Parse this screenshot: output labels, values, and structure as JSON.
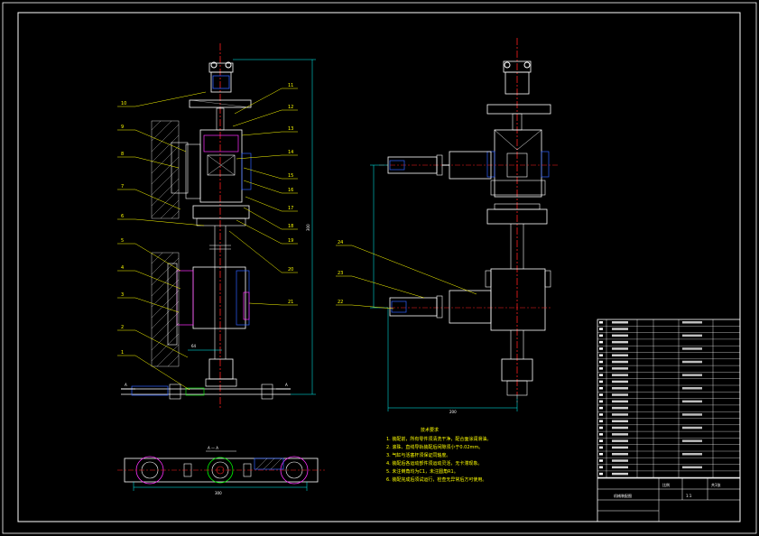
{
  "left_callouts": [
    "10",
    "9",
    "8",
    "7",
    "6",
    "5",
    "4",
    "3",
    "2",
    "1"
  ],
  "right_callouts": [
    "11",
    "12",
    "13",
    "14",
    "15",
    "16",
    "17",
    "18",
    "19",
    "20",
    "21"
  ],
  "mid_callouts": [
    "24",
    "23",
    "22"
  ],
  "section_label": "A — A",
  "section_mark_left": "A",
  "section_mark_right": "A",
  "notes_title": "技术要求",
  "notes": [
    "1. 装配前，所有零件须清洗干净，配合面涂润滑油。",
    "2. 滚珠、直线导轨装配后间隙须小于0.02mm。",
    "3. 气缸与活塞杆须保证同轴度。",
    "4. 装配后各运动部件须运动灵活，无卡滞现象。",
    "5. 未注倒角均为C1，未注圆角R1。",
    "6. 装配完成后须试运行，检查无异常后方可使用。"
  ],
  "title_block": {
    "title": "机械装配图",
    "scale": "1:1",
    "sheet": "共1张",
    "material": "比例"
  },
  "bom_rows": 24,
  "colors": {
    "background": "#000000",
    "border": "#ffffff",
    "outline": "#ffffff",
    "centerline": "#ff2020",
    "leader": "#ffff00",
    "dimension": "#00ffff",
    "hatch": "#ffffff",
    "part_blue": "#3060ff",
    "part_magenta": "#ff30ff",
    "part_green": "#00ff00"
  }
}
